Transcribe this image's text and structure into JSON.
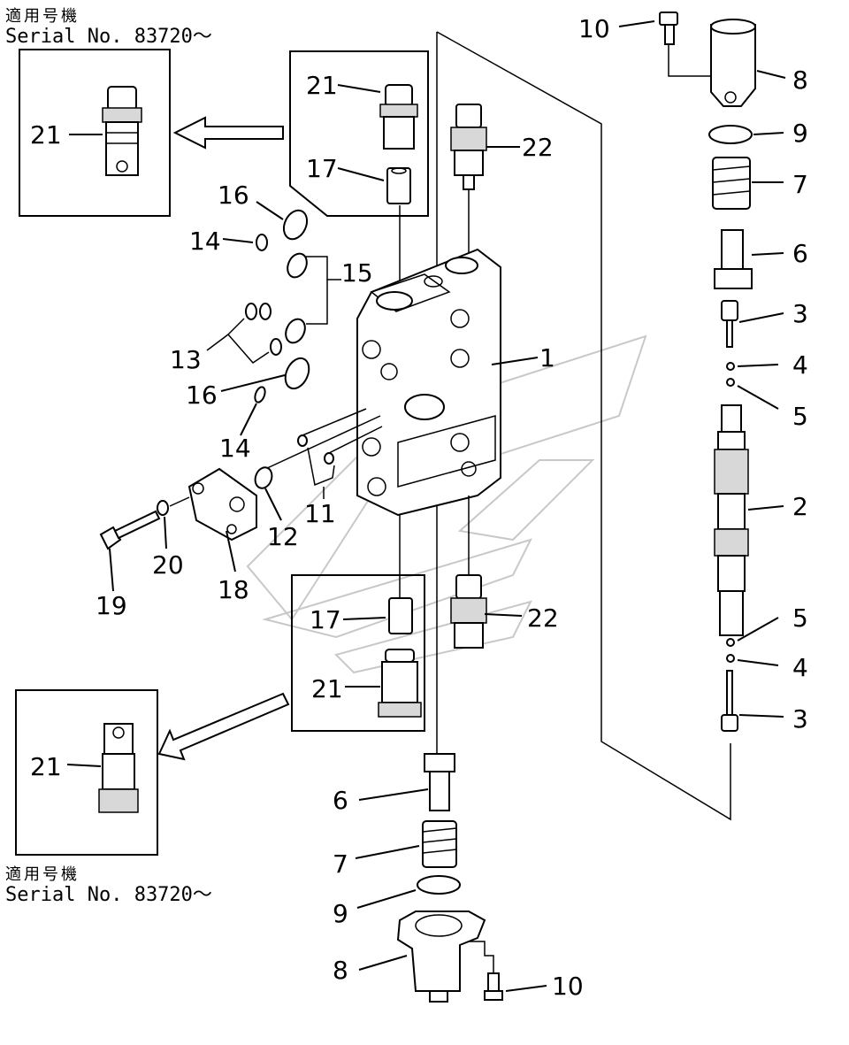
{
  "serial_top": {
    "jp": "適用号機",
    "en": "Serial No. 83720～"
  },
  "serial_bottom": {
    "jp": "適用号機",
    "en": "Serial No. 83720～"
  },
  "callouts": {
    "c1": "1",
    "c2": "2",
    "c3a": "3",
    "c3b": "3",
    "c4a": "4",
    "c4b": "4",
    "c5a": "5",
    "c5b": "5",
    "c6a": "6",
    "c6b": "6",
    "c7a": "7",
    "c7b": "7",
    "c8a": "8",
    "c8b": "8",
    "c9a": "9",
    "c9b": "9",
    "c10a": "10",
    "c10b": "10",
    "c11": "11",
    "c12": "12",
    "c13": "13",
    "c14a": "14",
    "c14b": "14",
    "c15": "15",
    "c16a": "16",
    "c16b": "16",
    "c17a": "17",
    "c17b": "17",
    "c18": "18",
    "c19": "19",
    "c20": "20",
    "c21a": "21",
    "c21b": "21",
    "c21c": "21",
    "c21d": "21",
    "c22a": "22",
    "c22b": "22"
  }
}
